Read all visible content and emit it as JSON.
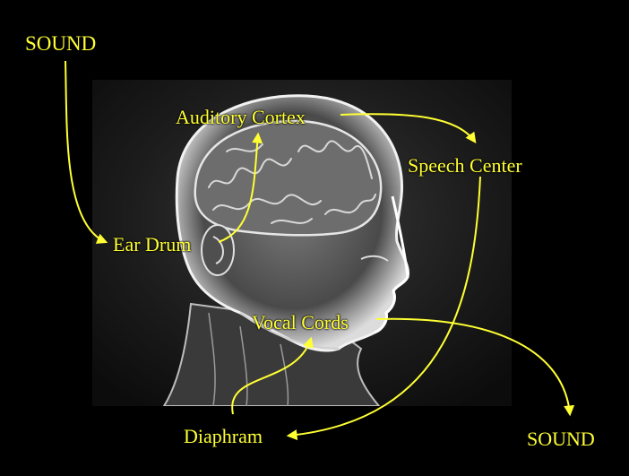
{
  "colors": {
    "background": "#000000",
    "accent": "#ffff33",
    "label": "#ffff33"
  },
  "labels": {
    "sound_in": "SOUND",
    "auditory_cortex": "Auditory Cortex",
    "speech_center": "Speech Center",
    "ear_drum": "Ear Drum",
    "vocal_cords": "Vocal Cords",
    "diaphram": "Diaphram",
    "sound_out": "SOUND"
  },
  "image": {
    "icon": "x-ray-head-illustration"
  }
}
